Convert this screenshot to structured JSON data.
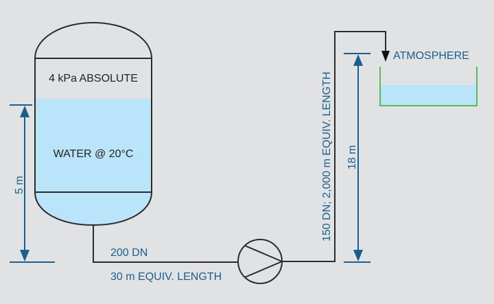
{
  "diagram": {
    "title": "Pumping system: vacuum tank to open reservoir",
    "colors": {
      "background": "#e1e2e3",
      "line": "#2b2b2b",
      "water": "#b9e4f9",
      "dimension": "#1a5e8e",
      "reservoir": "#5cb85c"
    },
    "tank": {
      "pressure_label": "4 kPa ABSOLUTE",
      "fluid_label": "WATER @ 20°C"
    },
    "suction_pipe": {
      "size_label": "200 DN",
      "length_label": "30 m EQUIV. LENGTH"
    },
    "discharge_pipe": {
      "label": "150 DN; 2,000 m EQUIV. LENGTH"
    },
    "reservoir": {
      "label": "ATMOSPHERE"
    },
    "dimensions": {
      "suction_height": "5 m",
      "discharge_height": "18 m"
    }
  }
}
